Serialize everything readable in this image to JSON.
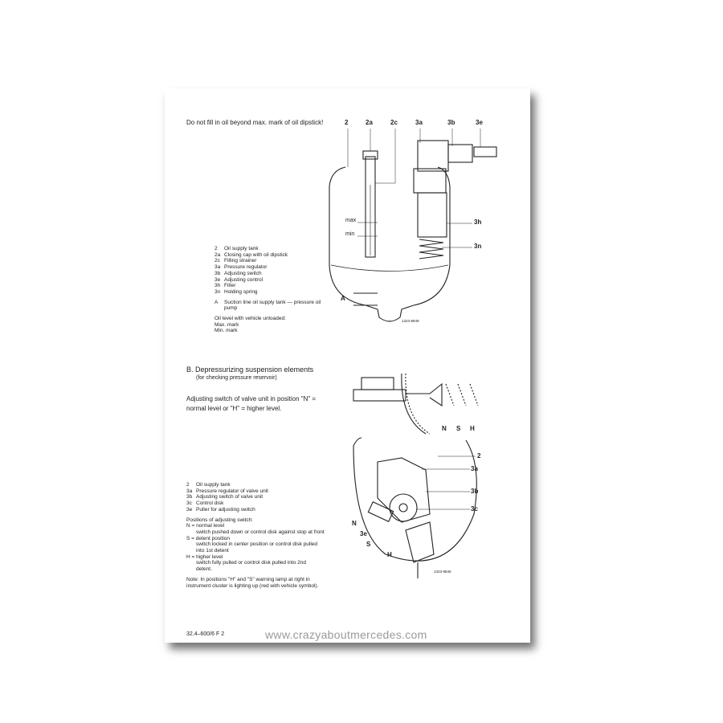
{
  "section_a": {
    "warning": "Do not fill in oil beyond max. mark of oil dipstick!",
    "legend": [
      [
        "2",
        "Oil supply tank"
      ],
      [
        "2a",
        "Closing cap with oil dipstick"
      ],
      [
        "2c",
        "Filling strainer"
      ],
      [
        "3a",
        "Pressure regulator"
      ],
      [
        "3b",
        "Adjusting switch"
      ],
      [
        "3e",
        "Adjusting control"
      ],
      [
        "3h",
        "Filter"
      ],
      [
        "3n",
        "Holding spring"
      ]
    ],
    "a_key": "A",
    "a_text1": "Suction line oil supply tank — pressure oil",
    "a_text2": "pump",
    "level_title": "Oil level with vehicle unloaded:",
    "level_max": "Max. mark",
    "level_min": "Min. mark",
    "callouts": {
      "c2": "2",
      "c2a": "2a",
      "c2c": "2c",
      "c3a": "3a",
      "c3b": "3b",
      "c3e": "3e",
      "c3h": "3h",
      "c3n": "3n",
      "cA": "A",
      "max": "max",
      "min": "min"
    },
    "fig_code": "1323-9849"
  },
  "section_b": {
    "title": "B. Depressurizing suspension elements",
    "subtitle": "(for checking pressure reservoir)",
    "switch_text1": "Adjusting switch of valve unit in position \"N\" =",
    "switch_text2": "normal level or \"H\" = higher level.",
    "legend": [
      [
        "2",
        "Oil supply tank"
      ],
      [
        "3a",
        "Pressure regulator of valve unit"
      ],
      [
        "3b",
        "Adjusting switch of valve unit"
      ],
      [
        "3c",
        "Control disk"
      ],
      [
        "3e",
        "Puller for adjusting switch"
      ]
    ],
    "positions_title": "Positions of adjusting switch:",
    "positions": [
      [
        "N = normal level",
        "switch pushed down or control disk against stop at front"
      ],
      [
        "S = detent position",
        "switch locked in center position or control disk pulled",
        "into 1st detent"
      ],
      [
        "H = higher level",
        "switch fully pulled or control disk pulled into 2nd",
        "detent."
      ]
    ],
    "note1": "Note: In positions \"H\" and \"S\" warning lamp at right in",
    "note2": "instrument cluster is lighting up (red with vehicle symbol).",
    "callouts": {
      "N": "N",
      "S": "S",
      "H": "H",
      "c2": "2",
      "c3a": "3a",
      "c3b": "3b",
      "c3c": "3c",
      "c3e": "3e",
      "N2": "N",
      "S2": "S",
      "H2": "H"
    },
    "fig_code": "1323-9846"
  },
  "footer": {
    "page_code": "32.4–600/6  F 2"
  },
  "watermark": "www.crazyaboutmercedes.com"
}
